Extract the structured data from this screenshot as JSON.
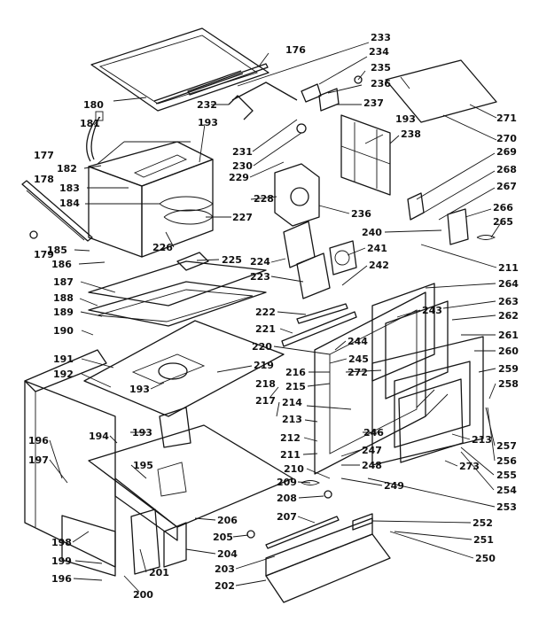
{
  "diagram": {
    "labels": [
      {
        "id": "233",
        "text": "233"
      },
      {
        "id": "176",
        "text": "176"
      },
      {
        "id": "234",
        "text": "234"
      },
      {
        "id": "235",
        "text": "235"
      },
      {
        "id": "236a",
        "text": "236"
      },
      {
        "id": "237",
        "text": "237"
      },
      {
        "id": "232",
        "text": "232"
      },
      {
        "id": "193a",
        "text": "193"
      },
      {
        "id": "180",
        "text": "180"
      },
      {
        "id": "181",
        "text": "181"
      },
      {
        "id": "193b",
        "text": "193"
      },
      {
        "id": "238",
        "text": "238"
      },
      {
        "id": "271",
        "text": "271"
      },
      {
        "id": "270",
        "text": "270"
      },
      {
        "id": "269",
        "text": "269"
      },
      {
        "id": "268",
        "text": "268"
      },
      {
        "id": "267",
        "text": "267"
      },
      {
        "id": "266",
        "text": "266"
      },
      {
        "id": "265",
        "text": "265"
      },
      {
        "id": "182",
        "text": "182"
      },
      {
        "id": "183",
        "text": "183"
      },
      {
        "id": "231",
        "text": "231"
      },
      {
        "id": "230",
        "text": "230"
      },
      {
        "id": "229",
        "text": "229"
      },
      {
        "id": "177",
        "text": "177"
      },
      {
        "id": "178",
        "text": "178"
      },
      {
        "id": "184",
        "text": "184"
      },
      {
        "id": "228",
        "text": "228"
      },
      {
        "id": "236b",
        "text": "236"
      },
      {
        "id": "227",
        "text": "227"
      },
      {
        "id": "240",
        "text": "240"
      },
      {
        "id": "241",
        "text": "241"
      },
      {
        "id": "226",
        "text": "226"
      },
      {
        "id": "185",
        "text": "185"
      },
      {
        "id": "179",
        "text": "179"
      },
      {
        "id": "186",
        "text": "186"
      },
      {
        "id": "225",
        "text": "225"
      },
      {
        "id": "224",
        "text": "224"
      },
      {
        "id": "211a",
        "text": "211"
      },
      {
        "id": "242",
        "text": "242"
      },
      {
        "id": "223",
        "text": "223"
      },
      {
        "id": "187",
        "text": "187"
      },
      {
        "id": "264",
        "text": "264"
      },
      {
        "id": "188",
        "text": "188"
      },
      {
        "id": "263",
        "text": "263"
      },
      {
        "id": "243",
        "text": "243"
      },
      {
        "id": "189",
        "text": "189"
      },
      {
        "id": "222",
        "text": "222"
      },
      {
        "id": "262",
        "text": "262"
      },
      {
        "id": "190",
        "text": "190"
      },
      {
        "id": "221",
        "text": "221"
      },
      {
        "id": "261",
        "text": "261"
      },
      {
        "id": "244",
        "text": "244"
      },
      {
        "id": "220",
        "text": "220"
      },
      {
        "id": "260",
        "text": "260"
      },
      {
        "id": "191",
        "text": "191"
      },
      {
        "id": "245",
        "text": "245"
      },
      {
        "id": "219",
        "text": "219"
      },
      {
        "id": "216",
        "text": "216"
      },
      {
        "id": "272",
        "text": "272"
      },
      {
        "id": "259",
        "text": "259"
      },
      {
        "id": "192",
        "text": "192"
      },
      {
        "id": "215",
        "text": "215"
      },
      {
        "id": "193c",
        "text": "193"
      },
      {
        "id": "218",
        "text": "218"
      },
      {
        "id": "258",
        "text": "258"
      },
      {
        "id": "217",
        "text": "217"
      },
      {
        "id": "214",
        "text": "214"
      },
      {
        "id": "213a",
        "text": "213"
      },
      {
        "id": "246",
        "text": "246"
      },
      {
        "id": "194",
        "text": "194"
      },
      {
        "id": "193d",
        "text": "193"
      },
      {
        "id": "212",
        "text": "212"
      },
      {
        "id": "213b",
        "text": "213"
      },
      {
        "id": "257",
        "text": "257"
      },
      {
        "id": "196a",
        "text": "196"
      },
      {
        "id": "211b",
        "text": "211"
      },
      {
        "id": "247",
        "text": "247"
      },
      {
        "id": "256",
        "text": "256"
      },
      {
        "id": "197",
        "text": "197"
      },
      {
        "id": "195",
        "text": "195"
      },
      {
        "id": "273",
        "text": "273"
      },
      {
        "id": "210",
        "text": "210"
      },
      {
        "id": "248",
        "text": "248"
      },
      {
        "id": "255",
        "text": "255"
      },
      {
        "id": "209",
        "text": "209"
      },
      {
        "id": "249",
        "text": "249"
      },
      {
        "id": "254",
        "text": "254"
      },
      {
        "id": "208",
        "text": "208"
      },
      {
        "id": "253",
        "text": "253"
      },
      {
        "id": "207",
        "text": "207"
      },
      {
        "id": "206",
        "text": "206"
      },
      {
        "id": "252",
        "text": "252"
      },
      {
        "id": "198",
        "text": "198"
      },
      {
        "id": "205",
        "text": "205"
      },
      {
        "id": "251",
        "text": "251"
      },
      {
        "id": "199",
        "text": "199"
      },
      {
        "id": "204",
        "text": "204"
      },
      {
        "id": "201",
        "text": "201"
      },
      {
        "id": "203",
        "text": "203"
      },
      {
        "id": "250",
        "text": "250"
      },
      {
        "id": "196b",
        "text": "196"
      },
      {
        "id": "200",
        "text": "200"
      },
      {
        "id": "202",
        "text": "202"
      }
    ]
  }
}
